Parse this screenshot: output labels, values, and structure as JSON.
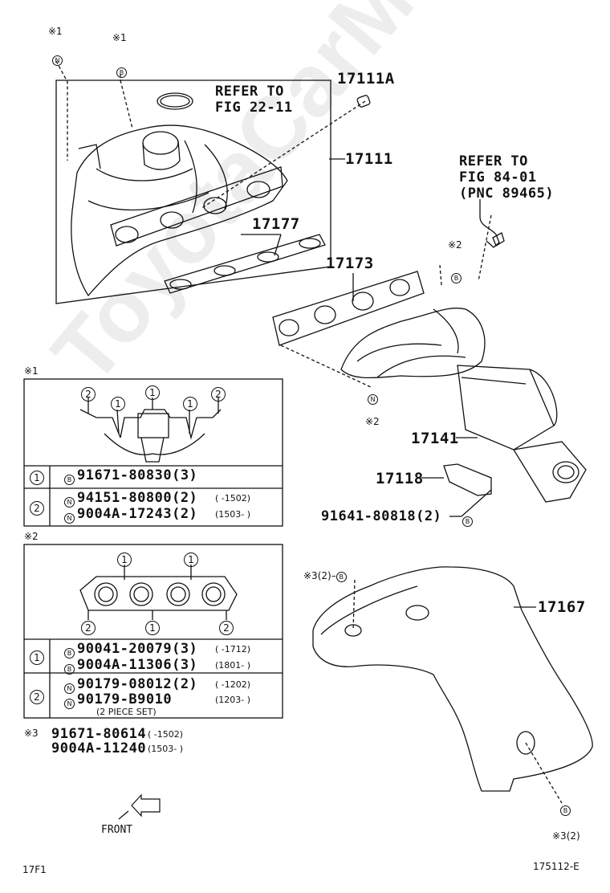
{
  "parts": {
    "p17111A": "17111A",
    "p17111": "17111",
    "p17177": "17177",
    "p17173": "17173",
    "p17141": "17141",
    "p17118": "17118",
    "p17167": "17167"
  },
  "refer_22": [
    "REFER TO",
    "FIG 22-11"
  ],
  "refer_84": [
    "REFER TO",
    "FIG 84-01",
    "(PNC 89465)"
  ],
  "notes": {
    "n1": "※1",
    "n2": "※2",
    "n3": "※3",
    "n3_2": "※3(2)",
    "letter_b": "B",
    "letter_n": "N"
  },
  "bolt_label": "91641-80818(2)",
  "table1": {
    "mark": "※1",
    "rows": [
      {
        "num": "1",
        "lines": [
          {
            "letter": "B",
            "part": "91671-80830(3)",
            "range": ""
          }
        ]
      },
      {
        "num": "2",
        "lines": [
          {
            "letter": "N",
            "part": "94151-80800(2)",
            "range": "(      -1502)"
          },
          {
            "letter": "N",
            "part": "9004A-17243(2)",
            "range": "(1503-       )"
          }
        ]
      }
    ],
    "callouts": [
      "2",
      "1",
      "1",
      "1",
      "2"
    ]
  },
  "table2": {
    "mark": "※2",
    "rows": [
      {
        "num": "1",
        "lines": [
          {
            "letter": "B",
            "part": "90041-20079(3)",
            "range": "(      -1712)"
          },
          {
            "letter": "B",
            "part": "9004A-11306(3)",
            "range": "(1801-       )"
          }
        ]
      },
      {
        "num": "2",
        "lines": [
          {
            "letter": "N",
            "part": "90179-08012(2)",
            "range": "(      -1202)"
          },
          {
            "letter": "N",
            "part": "90179-B9010",
            "range": "(1203-       )"
          },
          {
            "letter": "",
            "part": "(2 PIECE SET)",
            "range": ""
          }
        ]
      }
    ],
    "callouts_top": [
      "1",
      "1"
    ],
    "callouts_bottom": [
      "2",
      "1",
      "2"
    ]
  },
  "note3": {
    "mark": "※3",
    "line1_part": "91671-80614",
    "line1_range": "(      -1502)",
    "line2_part": "9004A-11240",
    "line2_range": "(1503-       )"
  },
  "front_label": "FRONT",
  "footer_left": "17F1",
  "footer_right": "175112-E",
  "watermark": "ToyotaCarMine.ru"
}
